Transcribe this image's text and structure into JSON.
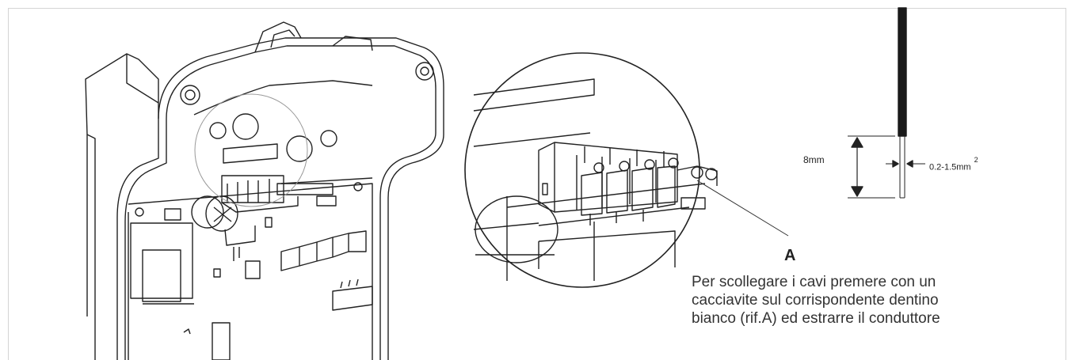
{
  "dimensions": {
    "strip_length": "8mm",
    "section": "0.2-1.5mm",
    "section_exponent": "2"
  },
  "callout_label": "A",
  "note_lines": [
    "Per scollegare i cavi premere con un",
    "cacciavite sul corrispondente dentino",
    "bianco (rif.A) ed estrarre il conduttore"
  ]
}
